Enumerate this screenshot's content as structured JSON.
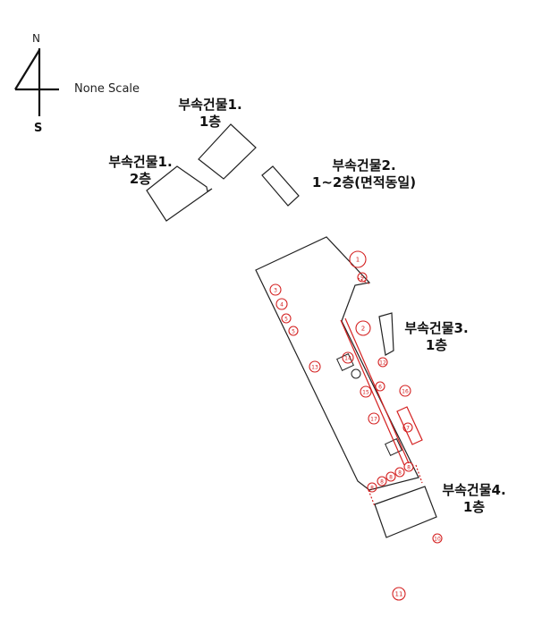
{
  "compass": {
    "north": "N",
    "south": "S",
    "scale_text": "None Scale"
  },
  "labels": [
    {
      "id": "annex1-1f",
      "line1": "부속건물1.",
      "line2": "1층"
    },
    {
      "id": "annex1-2f",
      "line1": "부속건물1.",
      "line2": "2층"
    },
    {
      "id": "annex2",
      "line1": "부속건물2.",
      "line2": "1~2층(면적동일)"
    },
    {
      "id": "annex3",
      "line1": "부속건물3.",
      "line2": "1층"
    },
    {
      "id": "annex4",
      "line1": "부속건물4.",
      "line2": "1층"
    }
  ],
  "markers": [
    "1",
    "2",
    "3",
    "4",
    "5",
    "5",
    "6",
    "7",
    "8",
    "8",
    "8",
    "8",
    "8",
    "9",
    "10",
    "11",
    "12",
    "13",
    "14",
    "15",
    "16",
    "17"
  ],
  "colors": {
    "outline": "#222222",
    "marker": "#d42020"
  }
}
